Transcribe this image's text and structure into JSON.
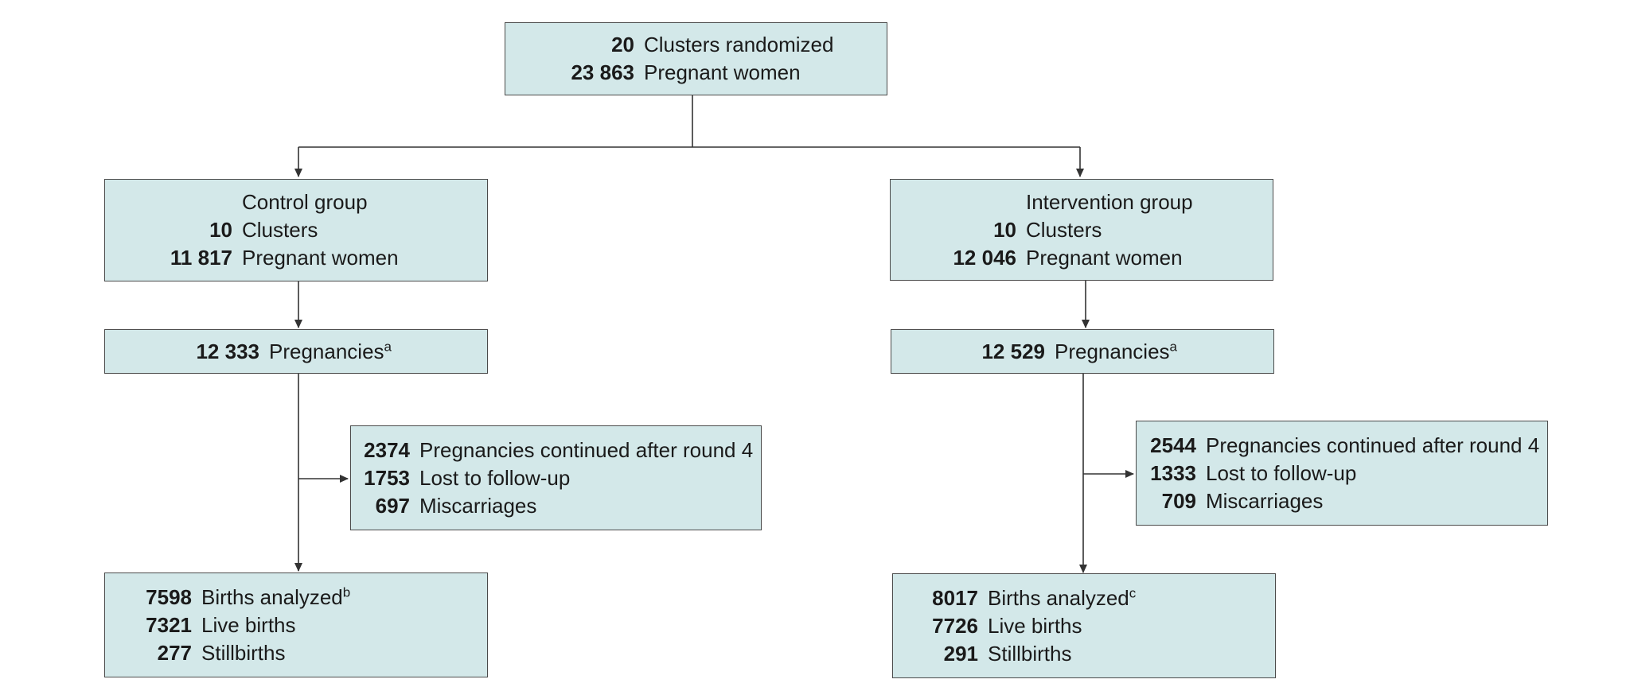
{
  "nodes": {
    "randomized": {
      "rows": [
        {
          "num": "20",
          "label": "Clusters randomized"
        },
        {
          "num": "23 863",
          "label": "Pregnant women"
        }
      ]
    },
    "control_group": {
      "heading": "Control group",
      "rows": [
        {
          "num": "10",
          "label": "Clusters"
        },
        {
          "num": "11 817",
          "label": "Pregnant women"
        }
      ]
    },
    "intervention_group": {
      "heading": "Intervention group",
      "rows": [
        {
          "num": "10",
          "label": "Clusters"
        },
        {
          "num": "12 046",
          "label": "Pregnant women"
        }
      ]
    },
    "control_pregnancies": {
      "rows": [
        {
          "num": "12 333",
          "label": "Pregnancies",
          "sup": "a"
        }
      ]
    },
    "intervention_pregnancies": {
      "rows": [
        {
          "num": "12 529",
          "label": "Pregnancies",
          "sup": "a"
        }
      ]
    },
    "control_excluded": {
      "rows": [
        {
          "num": "2374",
          "label": "Pregnancies continued after round 4"
        },
        {
          "num": "1753",
          "label": "Lost to follow-up"
        },
        {
          "num": "697",
          "label": "Miscarriages"
        }
      ]
    },
    "intervention_excluded": {
      "rows": [
        {
          "num": "2544",
          "label": "Pregnancies continued after round 4"
        },
        {
          "num": "1333",
          "label": "Lost to follow-up"
        },
        {
          "num": "709",
          "label": "Miscarriages"
        }
      ]
    },
    "control_births": {
      "rows": [
        {
          "num": "7598",
          "label": "Births analyzed",
          "sup": "b"
        },
        {
          "num": "7321",
          "label": "Live births"
        },
        {
          "num": "277",
          "label": "Stillbirths"
        }
      ]
    },
    "intervention_births": {
      "rows": [
        {
          "num": "8017",
          "label": "Births analyzed",
          "sup": "c"
        },
        {
          "num": "7726",
          "label": "Live births"
        },
        {
          "num": "291",
          "label": "Stillbirths"
        }
      ]
    }
  },
  "colors": {
    "box_fill": "#d3e8e9",
    "box_border": "#4a4a4a",
    "line": "#333333"
  }
}
